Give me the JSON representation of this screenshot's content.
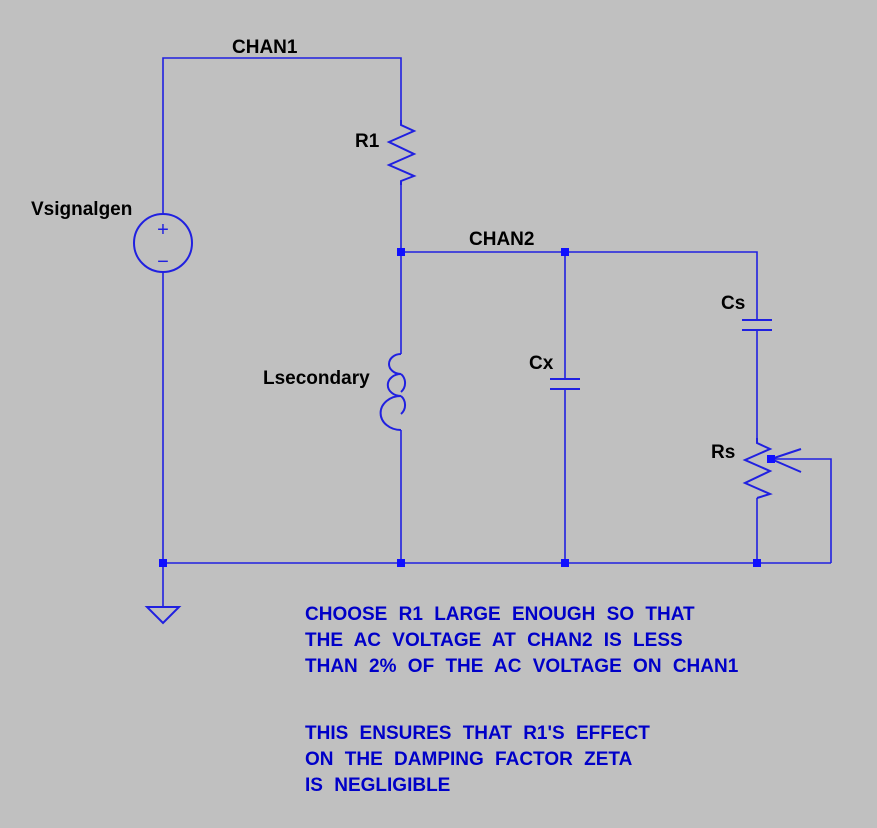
{
  "schematic": {
    "labels": {
      "chan1": "CHAN1",
      "chan2": "CHAN2",
      "r1": "R1",
      "vsignalgen": "Vsignalgen",
      "lsecondary": "Lsecondary",
      "cx": "Cx",
      "cs": "Cs",
      "rs": "Rs"
    },
    "source_symbols": {
      "plus": "+",
      "minus": "−"
    },
    "note1": [
      "CHOOSE R1 LARGE ENOUGH SO THAT",
      "THE AC VOLTAGE AT CHAN2 IS LESS",
      "THAN 2% OF THE AC VOLTAGE ON CHAN1"
    ],
    "note2": [
      "THIS ENSURES THAT R1'S EFFECT",
      "ON THE DAMPING FACTOR ZETA",
      "IS NEGLIGIBLE"
    ],
    "colors": {
      "background": "#c0c0c0",
      "wire": "#2020e0",
      "junction": "#1010ff",
      "label": "#000000",
      "note": "#0000c8"
    }
  }
}
